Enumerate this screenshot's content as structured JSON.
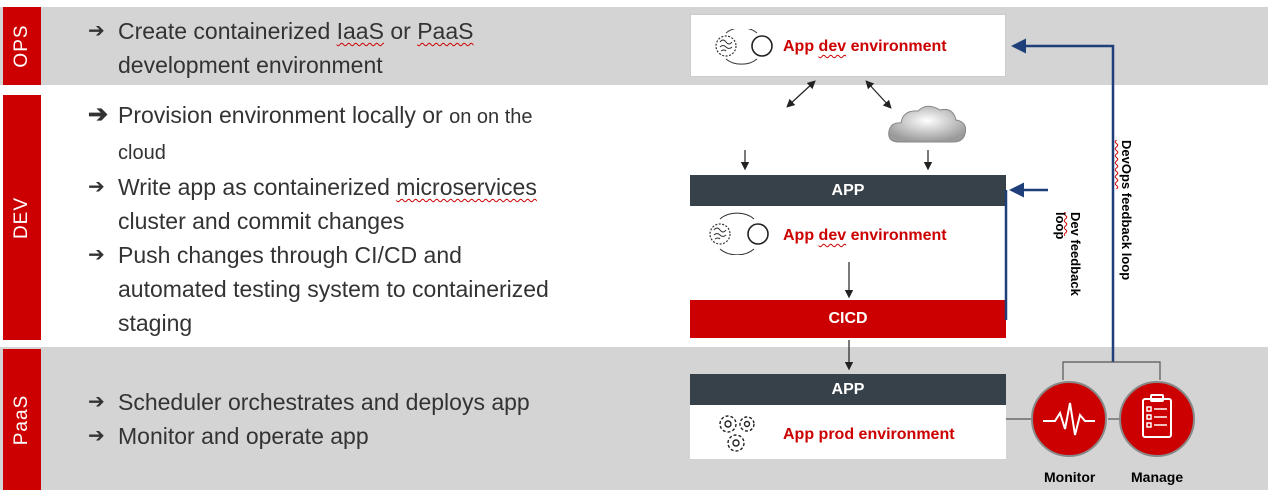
{
  "ops": {
    "label": "OPS",
    "bullets": [
      {
        "a": "Create containerized ",
        "b": "IaaS",
        "c": " or ",
        "d": "PaaS",
        "e": "",
        "line2": "development environment"
      }
    ]
  },
  "dev": {
    "label": "DEV",
    "b1": {
      "a": "Provision environment locally or ",
      "b": "on on the",
      "line2": "cloud"
    },
    "b2": {
      "a": "Write app as containerized ",
      "b": "microservices",
      "line2": "cluster and commit changes"
    },
    "b3": {
      "a": "Push changes through CI/CD and",
      "line2": "automated testing system to containerized",
      "line3": "staging"
    }
  },
  "paas": {
    "label": "PaaS",
    "b1": "Scheduler orchestrates and deploys app",
    "b2": "Monitor and operate app"
  },
  "diagram": {
    "ops_env": {
      "a": "App ",
      "b": "dev",
      "c": " environment"
    },
    "dev_app": "APP",
    "dev_env": {
      "a": "App ",
      "b": "dev",
      "c": " environment"
    },
    "cicd": "CICD",
    "paas_app": "APP",
    "prod_env": "App prod environment",
    "dev_loop": {
      "a": "Dev",
      "b": " feedback",
      "line2": "loop"
    },
    "devops_loop": {
      "a": "DevOps",
      "b": " feedback loop"
    },
    "monitor": "Monitor",
    "manage": "Manage"
  },
  "colors": {
    "brand_red": "#cc0000",
    "dark_bar": "#374149",
    "band_gray": "#d4d4d4",
    "arrow_blue": "#1f3f7a"
  }
}
